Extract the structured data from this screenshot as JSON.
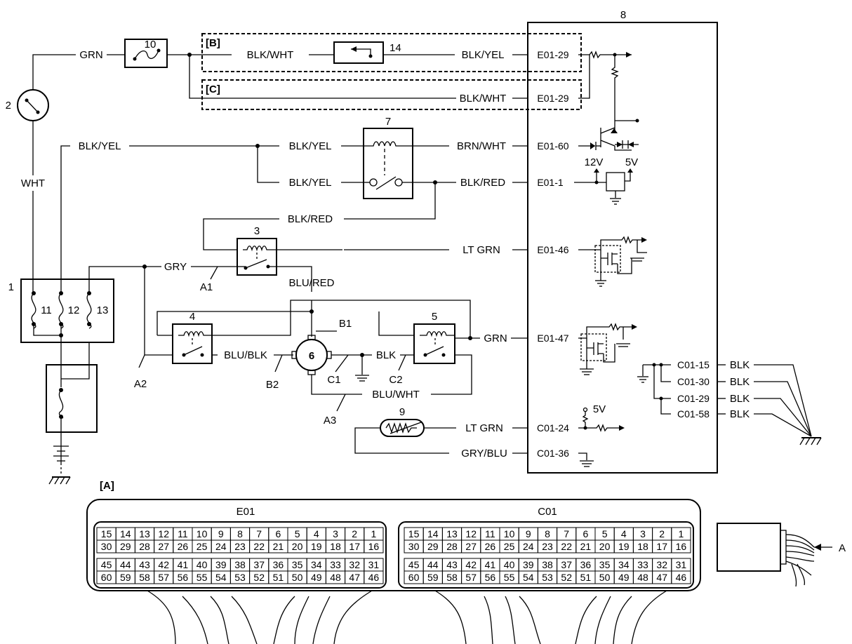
{
  "components": {
    "n1": "1",
    "n2": "2",
    "n3": "3",
    "n4": "4",
    "n5": "5",
    "n6": "6",
    "n7": "7",
    "n8": "8",
    "n9": "9",
    "n10": "10",
    "n11": "11",
    "n12": "12",
    "n13": "13",
    "n14": "14"
  },
  "sections": {
    "b": "[B]",
    "c": "[C]",
    "a": "[A]"
  },
  "wires": {
    "grn_top": "GRN",
    "wht": "WHT",
    "blk_wht_b": "BLK/WHT",
    "blk_yel_b": "BLK/YEL",
    "blk_wht_c": "BLK/WHT",
    "blk_yel_left": "BLK/YEL",
    "blk_yel_r7a": "BLK/YEL",
    "blk_yel_r7b": "BLK/YEL",
    "brn_wht": "BRN/WHT",
    "blk_red_r7": "BLK/RED",
    "blk_red_loop": "BLK/RED",
    "lt_grn_46": "LT GRN",
    "gry": "GRY",
    "blu_red": "BLU/RED",
    "b1": "B1",
    "blu_blk": "BLU/BLK",
    "blk_c1": "BLK",
    "grn_47": "GRN",
    "blu_wht": "BLU/WHT",
    "lt_grn_24": "LT GRN",
    "gry_blu": "GRY/BLU",
    "a1": "A1",
    "a2": "A2",
    "a3": "A3",
    "b2": "B2",
    "c1": "C1",
    "c2": "C2",
    "blk_g1": "BLK",
    "blk_g2": "BLK",
    "blk_g3": "BLK",
    "blk_g4": "BLK"
  },
  "terminals": {
    "e01_29a": "E01-29",
    "e01_29b": "E01-29",
    "e01_60": "E01-60",
    "e01_1": "E01-1",
    "e01_46": "E01-46",
    "e01_47": "E01-47",
    "c01_24": "C01-24",
    "c01_36": "C01-36",
    "c01_15": "C01-15",
    "c01_30": "C01-30",
    "c01_29": "C01-29",
    "c01_58": "C01-58"
  },
  "voltages": {
    "v12": "12V",
    "v5a": "5V",
    "v5b": "5V"
  },
  "connector": {
    "e01_title": "E01",
    "c01_title": "C01",
    "arrow_label": "A",
    "row1": [
      "15",
      "14",
      "13",
      "12",
      "11",
      "10",
      "9",
      "8",
      "7",
      "6",
      "5",
      "4",
      "3",
      "2",
      "1"
    ],
    "row2": [
      "30",
      "29",
      "28",
      "27",
      "26",
      "25",
      "24",
      "23",
      "22",
      "21",
      "20",
      "19",
      "18",
      "17",
      "16"
    ],
    "row3": [
      "45",
      "44",
      "43",
      "42",
      "41",
      "40",
      "39",
      "38",
      "37",
      "36",
      "35",
      "34",
      "33",
      "32",
      "31"
    ],
    "row4": [
      "60",
      "59",
      "58",
      "57",
      "56",
      "55",
      "54",
      "53",
      "52",
      "51",
      "50",
      "49",
      "48",
      "47",
      "46"
    ]
  }
}
